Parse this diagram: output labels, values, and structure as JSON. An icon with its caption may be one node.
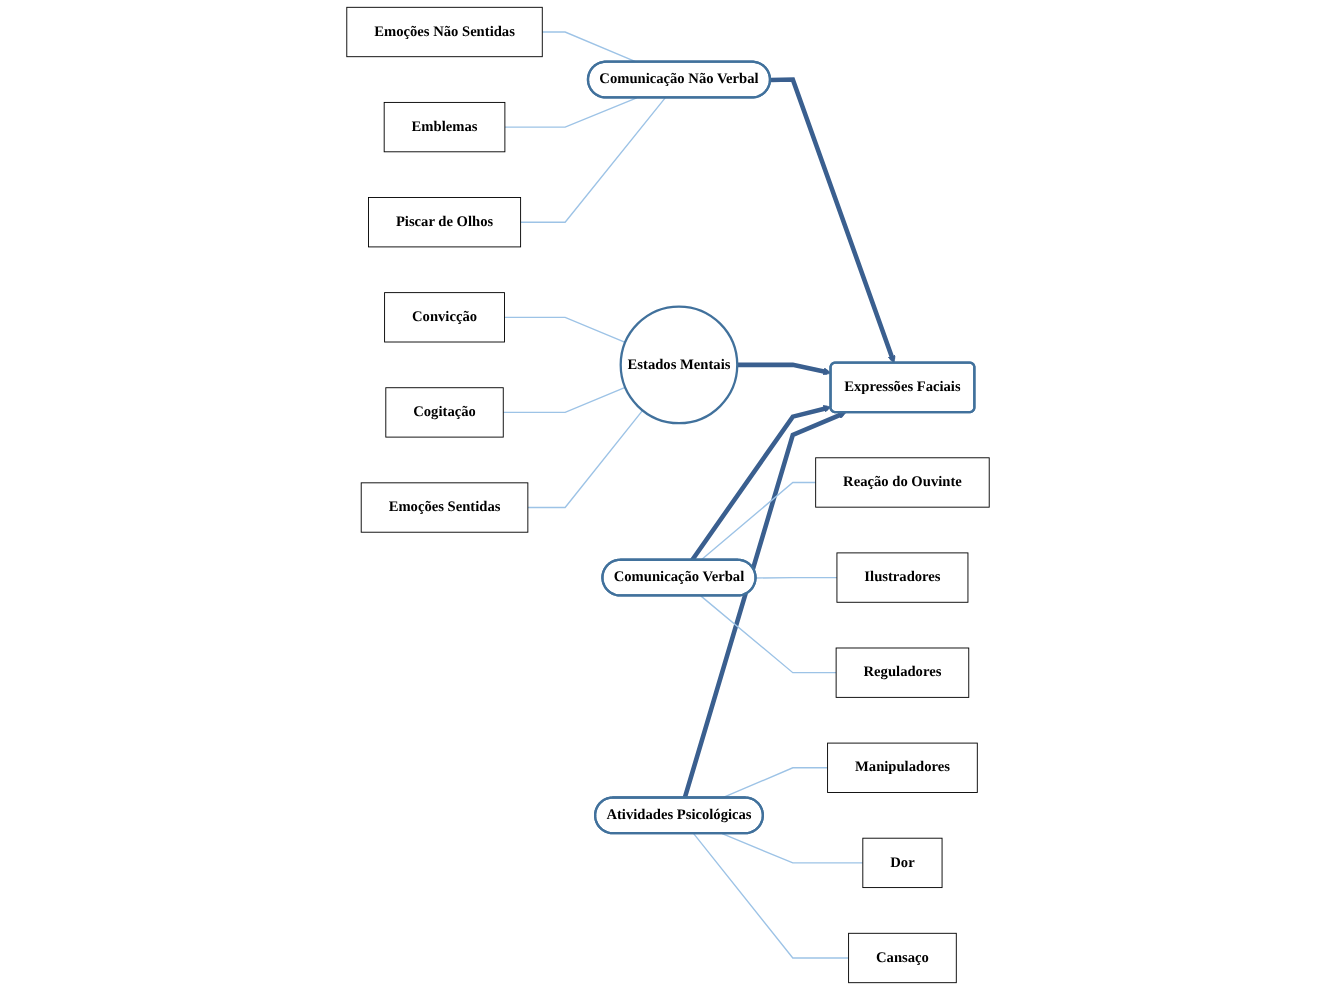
{
  "diagram": {
    "nodes": [
      {
        "text": [
          "Emoções Não Sentidas"
        ]
      },
      {
        "text": [
          "Emblemas"
        ]
      },
      {
        "text": [
          "Piscar de Olhos"
        ]
      },
      {
        "text": [
          "Comunicação Não Verbal"
        ]
      },
      {
        "text": [
          "Convicção"
        ]
      },
      {
        "text": [
          "Reação do Ouvinte"
        ]
      },
      {
        "text": [
          "Cogitação"
        ]
      },
      {
        "text": [
          "Estados Mentais"
        ]
      },
      {
        "text": [
          "Expressões Faciais"
        ]
      },
      {
        "text": [
          "Comunicação Verbal"
        ]
      },
      {
        "text": [
          "Emoções Sentidas"
        ]
      },
      {
        "text": [
          "Ilustradores"
        ]
      },
      {
        "text": [
          "Reguladores"
        ]
      },
      {
        "text": [
          "Atividades Psicológicas"
        ]
      },
      {
        "text": [
          "Manipuladores"
        ]
      },
      {
        "text": [
          "Dor"
        ]
      },
      {
        "text": [
          "Cansaço"
        ]
      }
    ],
    "edges": [
      {
        "from": 3,
        "to": 8,
        "arrow": "to",
        "style": "thick",
        "color": "#3a5f8f"
      },
      {
        "from": 7,
        "to": 8,
        "arrow": "to",
        "style": "thick",
        "color": "#3a5f8f"
      },
      {
        "from": 9,
        "to": 8,
        "arrow": "to",
        "style": "thick",
        "color": "#3a5f8f"
      },
      {
        "from": 13,
        "to": 8,
        "arrow": "to",
        "style": "thick",
        "color": "#3a5f8f"
      },
      {
        "from": 3,
        "to": 0,
        "arrow": "none"
      },
      {
        "from": 3,
        "to": 1,
        "arrow": "none"
      },
      {
        "from": 3,
        "to": 2,
        "arrow": "none"
      },
      {
        "from": 7,
        "to": 4,
        "arrow": "none"
      },
      {
        "from": 7,
        "to": 6,
        "arrow": "none"
      },
      {
        "from": 7,
        "to": 10,
        "arrow": "none"
      },
      {
        "from": 9,
        "to": 5,
        "arrow": "none"
      },
      {
        "from": 9,
        "to": 11,
        "arrow": "none"
      },
      {
        "from": 9,
        "to": 12,
        "arrow": "none"
      },
      {
        "from": 13,
        "to": 14,
        "arrow": "none"
      },
      {
        "from": 13,
        "to": 15,
        "arrow": "none"
      },
      {
        "from": 13,
        "to": 16,
        "arrow": "none"
      }
    ]
  }
}
